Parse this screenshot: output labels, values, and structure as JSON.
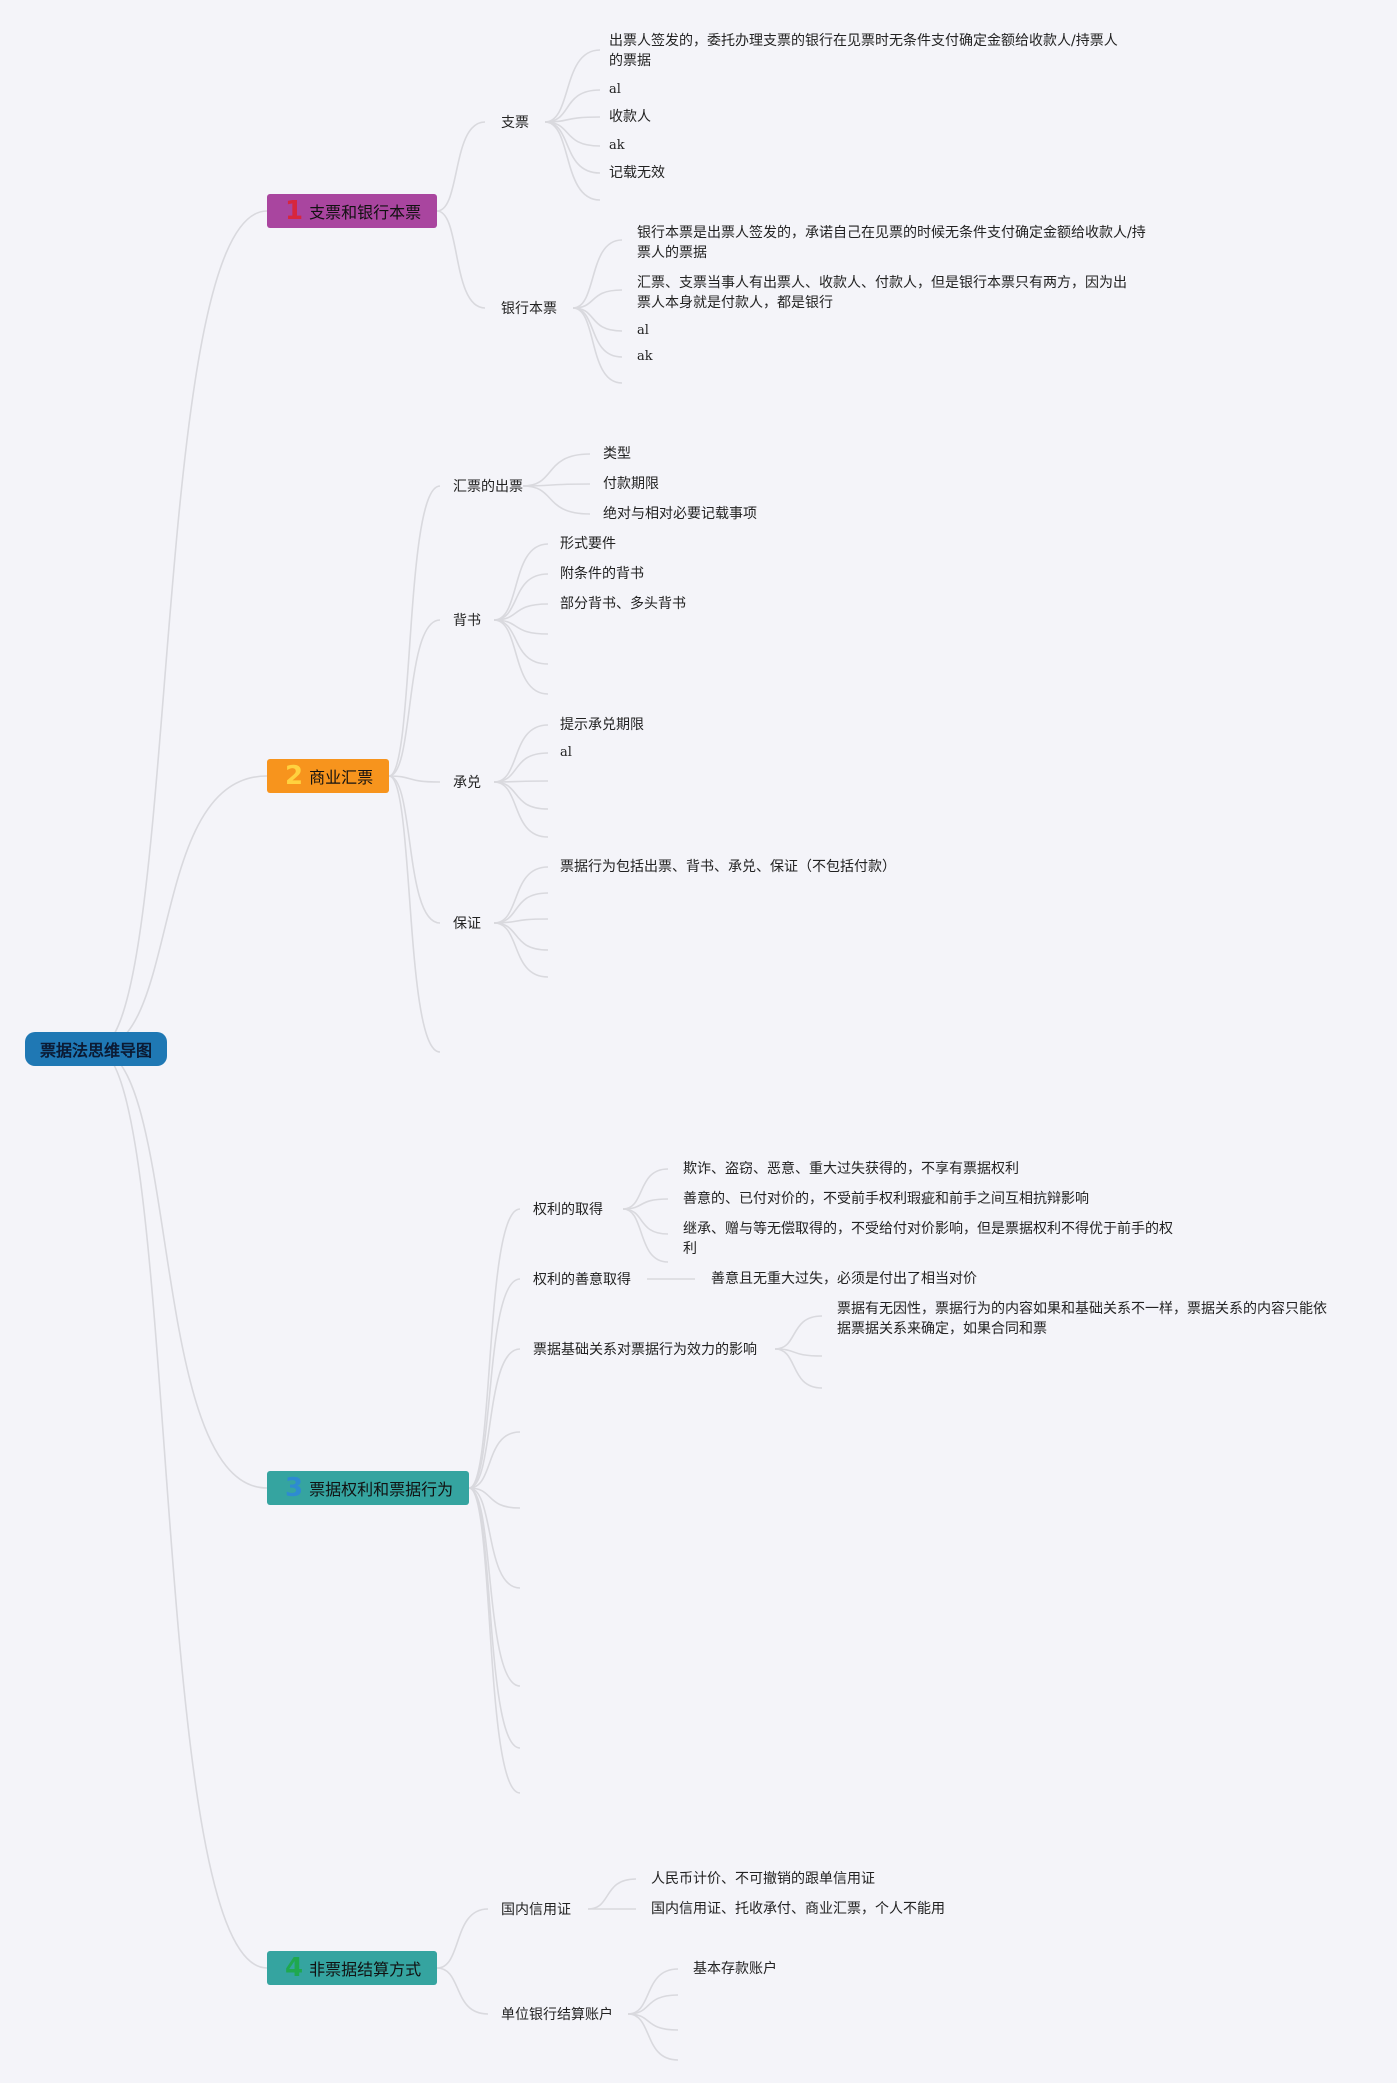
{
  "root": {
    "label": "票据法思维导图"
  },
  "colors": {
    "root": "#1f78b4",
    "branch1": "#a9459f",
    "branch2": "#f7941d",
    "branch3": "#35a4a0",
    "branch4": "#35a4a0",
    "num1": "#d7263d",
    "num2": "#ffd23f",
    "num3": "#2e8bd1",
    "num4": "#1fa84f",
    "line": "#d9d9de"
  },
  "branches": [
    {
      "number": "1",
      "label": "支票和银行本票",
      "topics": [
        {
          "label": "支票",
          "leaves": [
            "出票人签发的，委托办理支票的银行在见票时无条件支付确定金额给收款人/持票人的票据",
            "al",
            "收款人",
            "ak",
            "记载无效"
          ]
        },
        {
          "label": "银行本票",
          "leaves": [
            "银行本票是出票人签发的，承诺自己在见票的时候无条件支付确定金额给收款人/持票人的票据",
            "汇票、支票当事人有出票人、收款人、付款人，但是银行本票只有两方，因为出票人本身就是付款人，都是银行",
            "al",
            "ak"
          ]
        }
      ]
    },
    {
      "number": "2",
      "label": "商业汇票",
      "topics": [
        {
          "label": "汇票的出票",
          "leaves": [
            "类型",
            "付款期限",
            "绝对与相对必要记载事项"
          ]
        },
        {
          "label": "背书",
          "leaves": [
            "形式要件",
            "附条件的背书",
            "部分背书、多头背书"
          ]
        },
        {
          "label": "承兑",
          "leaves": [
            "提示承兑期限",
            "al"
          ]
        },
        {
          "label": "保证",
          "leaves": [
            "票据行为包括出票、背书、承兑、保证（不包括付款）"
          ]
        }
      ]
    },
    {
      "number": "3",
      "label": "票据权利和票据行为",
      "topics": [
        {
          "label": "权利的取得",
          "leaves": [
            "欺诈、盗窃、恶意、重大过失获得的，不享有票据权利",
            "善意的、已付对价的，不受前手权利瑕疵和前手之间互相抗辩影响",
            "继承、赠与等无偿取得的，不受给付对价影响，但是票据权利不得优于前手的权利"
          ]
        },
        {
          "label": "权利的善意取得",
          "leaves": [
            "善意且无重大过失，必须是付出了相当对价"
          ]
        },
        {
          "label": "票据基础关系对票据行为效力的影响",
          "leaves": [
            "票据有无因性，票据行为的内容如果和基础关系不一样，票据关系的内容只能依据票据关系来确定，如果合同和票"
          ]
        }
      ]
    },
    {
      "number": "4",
      "label": "非票据结算方式",
      "topics": [
        {
          "label": "国内信用证",
          "leaves": [
            "人民币计价、不可撤销的跟单信用证",
            "国内信用证、托收承付、商业汇票，个人不能用"
          ]
        },
        {
          "label": "单位银行结算账户",
          "leaves": [
            "基本存款账户"
          ]
        }
      ]
    }
  ]
}
